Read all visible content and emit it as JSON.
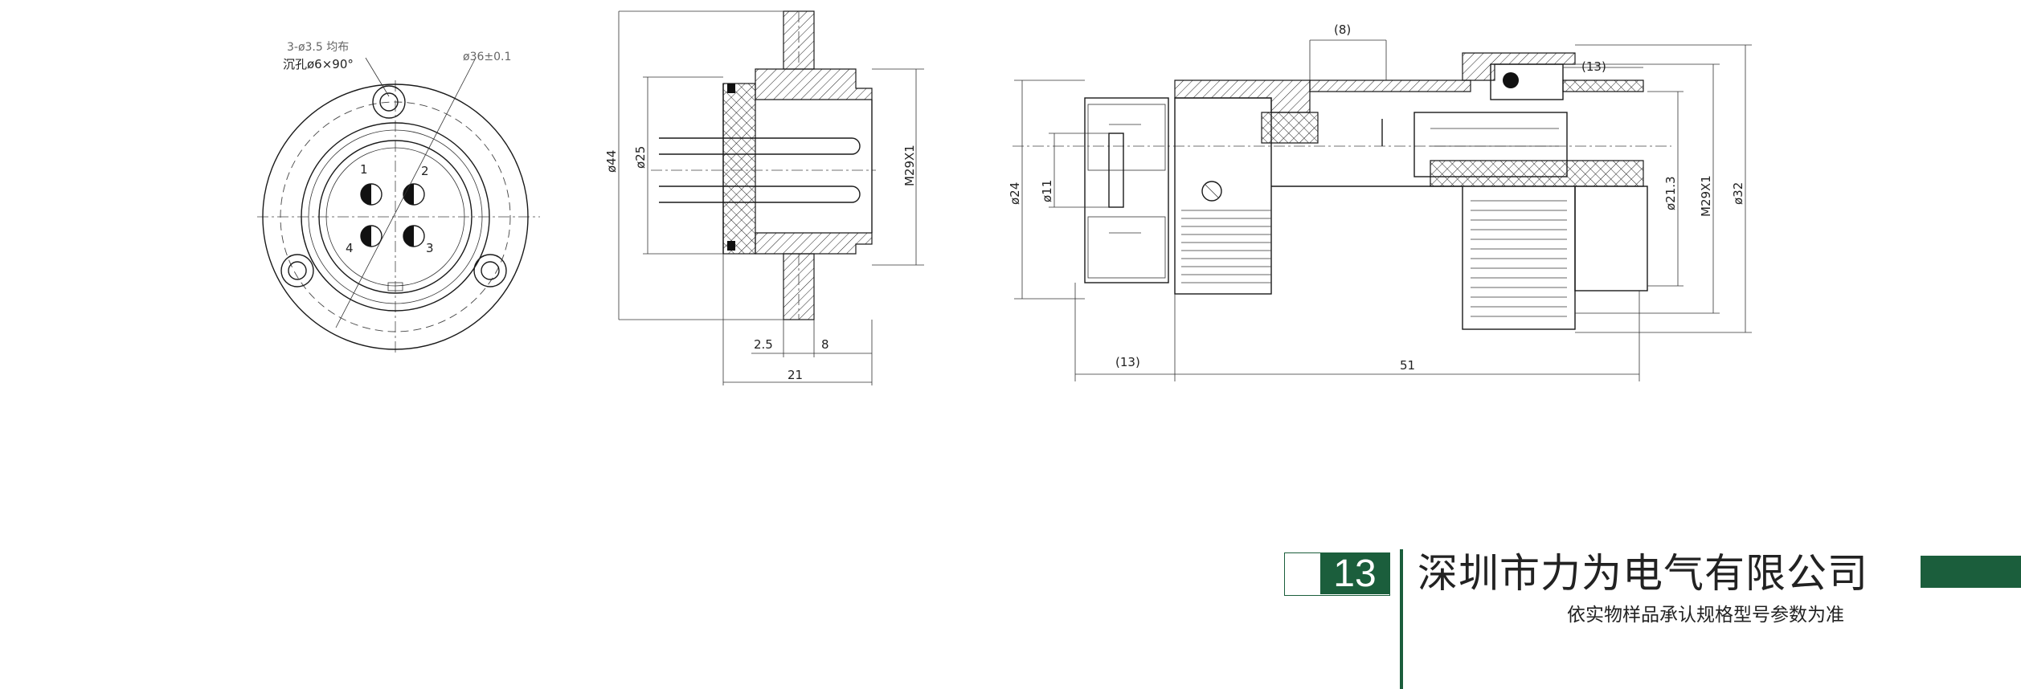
{
  "front_view": {
    "hole_note_line1": "3-ø3.5 均布",
    "hole_note_line2": "沉孔ø6×90°",
    "diameter_note": "ø36±0.1",
    "pin_labels": [
      "1",
      "2",
      "3",
      "4"
    ]
  },
  "side_view": {
    "dims": {
      "d44": "ø44",
      "d25": "ø25",
      "thread": "M29X1",
      "d2_5": "2.5",
      "d8": "8",
      "d21": "21"
    }
  },
  "plug_view": {
    "dims": {
      "d8": "(8)",
      "d13_top": "(13)",
      "d24": "ø24",
      "d11": "ø11",
      "d21_3": "ø21.3",
      "thread": "M29X1",
      "d32": "ø32",
      "d13_bottom": "(13)",
      "d51": "51"
    }
  },
  "footer": {
    "page_number": "13",
    "company": "深圳市力为电气有限公司",
    "subtitle": "依实物样品承认规格型号参数为准",
    "accent_color": "#1b5e3c"
  }
}
